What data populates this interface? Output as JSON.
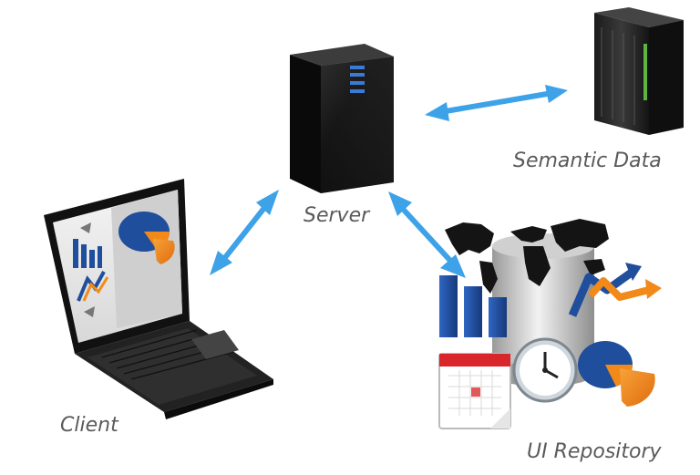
{
  "labels": {
    "server": "Server",
    "semantic_data": "Semantic Data",
    "client": "Client",
    "ui_repository": "UI Repository"
  },
  "colors": {
    "arrow": "#3ea2e8",
    "bar_blue": "#1f4e9c",
    "orange": "#f28a1a",
    "server_body": "#141414",
    "calendar_red": "#d8262b"
  },
  "icons": [
    "server-tower-icon",
    "rack-server-icon",
    "laptop-icon",
    "database-cylinder-icon",
    "world-map-icon",
    "bar-chart-icon",
    "pie-chart-icon",
    "clock-icon",
    "calendar-icon",
    "trend-arrows-icon"
  ]
}
